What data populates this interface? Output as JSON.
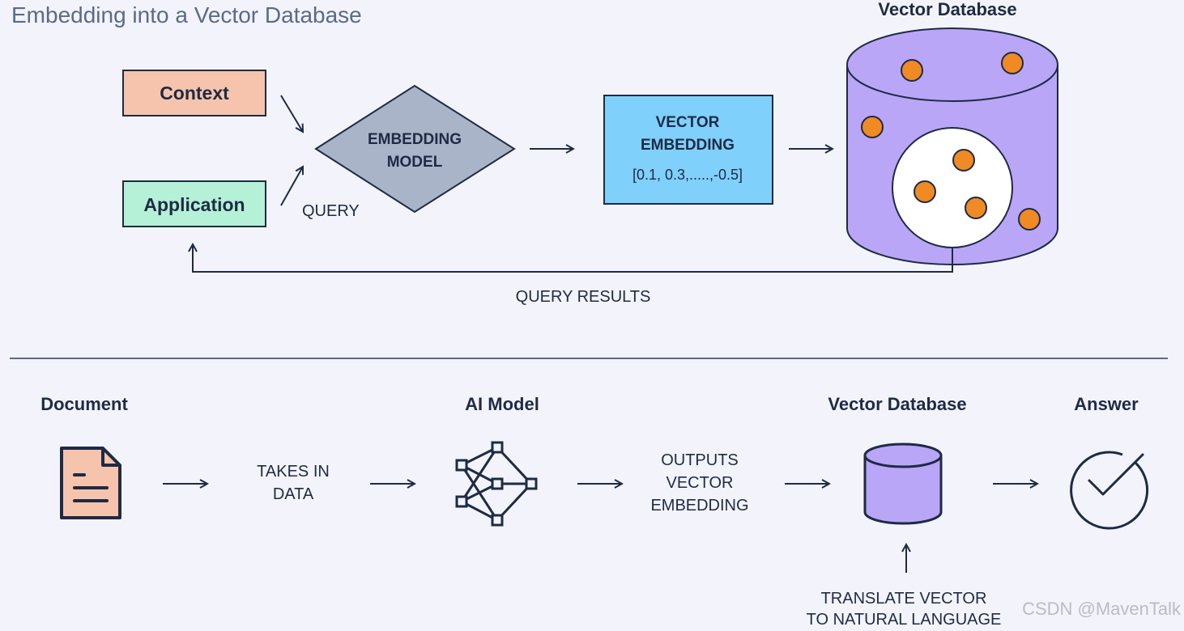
{
  "title": "Embedding into a Vector Database",
  "top": {
    "vector_db_title": "Vector Database",
    "context_label": "Context",
    "application_label": "Application",
    "embedding_model_line1": "EMBEDDING",
    "embedding_model_line2": "MODEL",
    "query_label": "QUERY",
    "vector_embedding_line1": "VECTOR",
    "vector_embedding_line2": "EMBEDDING",
    "vector_values": "[0.1, 0.3,.....,-0.5]",
    "query_results_label": "QUERY RESULTS"
  },
  "bottom": {
    "document_title": "Document",
    "takes_in_line1": "TAKES IN",
    "takes_in_line2": "DATA",
    "ai_model_title": "AI Model",
    "outputs_line1": "OUTPUTS",
    "outputs_line2": "VECTOR",
    "outputs_line3": "EMBEDDING",
    "vector_db_title": "Vector Database",
    "answer_title": "Answer",
    "translate_line1": "TRANSLATE VECTOR",
    "translate_line2": "TO NATURAL LANGUAGE"
  },
  "watermark": "CSDN @MavenTalk",
  "colors": {
    "context_fill": "#f6c4ad",
    "application_fill": "#b4f1d6",
    "embedding_model_fill": "#a9b4c8",
    "vector_embedding_fill": "#7fd0fb",
    "database_fill": "#b9a6f7",
    "orange_dot": "#f08a24",
    "stroke": "#1f2a44",
    "divider": "#5a6a8a"
  },
  "icons": [
    "document-icon",
    "neural-network-icon",
    "database-icon",
    "checkmark-circle-icon",
    "arrow-right-icon",
    "arrow-up-icon"
  ]
}
